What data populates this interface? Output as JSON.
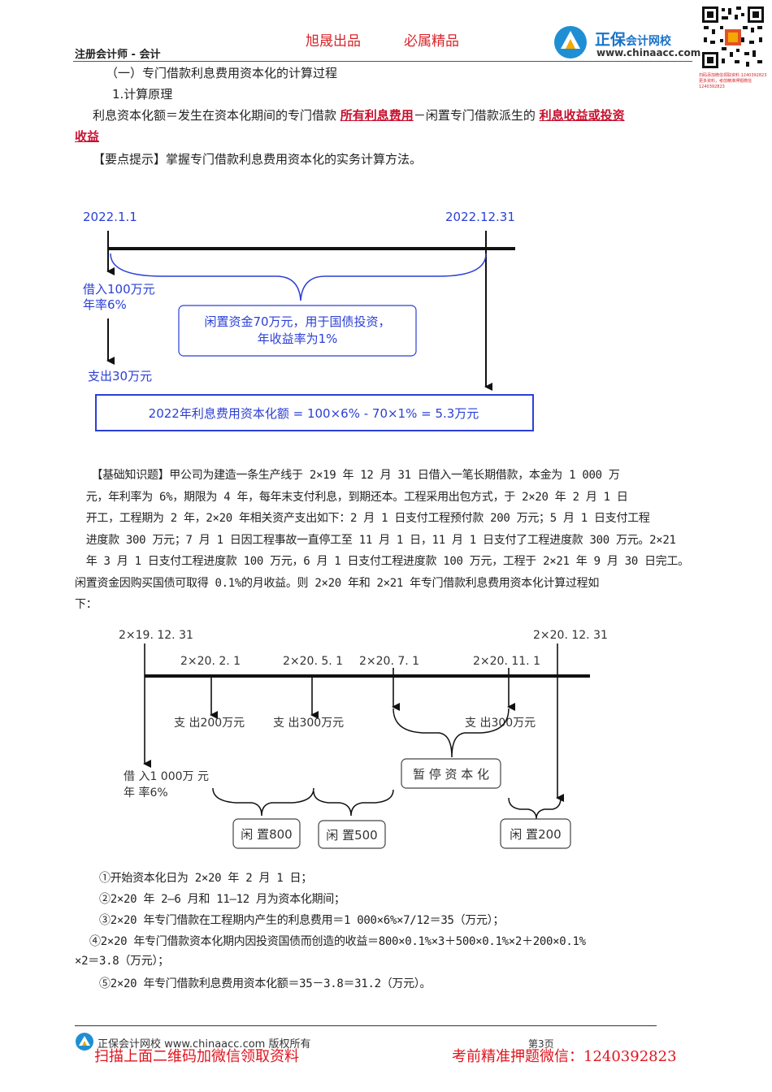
{
  "header": {
    "course": "注册会计师 - 会计",
    "slogan_left": "旭晟出品",
    "slogan_right": "必属精品",
    "logo_brand": "正保",
    "logo_name": "会计网校",
    "logo_url": "www.chinaacc.com",
    "qr_note": "扫码添加微信领取资料 1240392823 更多资料，考前精准押题微信 1240392823"
  },
  "section": {
    "heading": "（一）专门借款利息费用资本化的计算过程",
    "sub": "1.计算原理",
    "formula_a": "利息资本化额＝发生在资本化期间的专门借款",
    "formula_u1": "所有利息费用",
    "formula_b": "－闲置专门借款派生的",
    "formula_u2a": "利息收益或投资",
    "formula_u2b": "收益",
    "tip": "【要点提示】掌握专门借款利息费用资本化的实务计算方法。"
  },
  "diagram1": {
    "start_date": "2022.1.1",
    "end_date": "2022.12.31",
    "borrow_line1": "借入100万元",
    "borrow_line2": "年率6%",
    "spend": "支出30万元",
    "idle_line1": "闲置资金70万元，用于国债投资，",
    "idle_line2": "年收益率为1%",
    "result": "2022年利息费用资本化额 = 100×6% - 70×1% = 5.3万元"
  },
  "case": {
    "lines": [
      "　　【基础知识题】甲公司为建造一条生产线于 2×19 年 12 月 31 日借入一笔长期借款，本金为 1 000 万",
      "　元，年利率为 6%，期限为 4 年，每年末支付利息，到期还本。工程采用出包方式，于 2×20 年 2 月 1 日",
      "　开工，工程期为 2 年，2×20 年相关资产支出如下：2 月 1 日支付工程预付款 200 万元；5 月 1 日支付工程",
      "　进度款 300 万元；7 月 1 日因工程事故一直停工至 11 月 1 日，11 月 1 日支付了工程进度款 300 万元。2×21",
      "　年 3 月 1 日支付工程进度款 100 万元，6 月 1 日支付工程进度款 100 万元，工程于 2×21 年 9 月 30 日完工。",
      "闲置资金因购买国债可取得 0.1%的月收益。则 2×20 年和 2×21 年专门借款利息费用资本化计算过程如",
      "下："
    ]
  },
  "diagram2": {
    "start": "2×19. 12. 31",
    "end": "2×20. 12. 31",
    "d1": "2×20. 2. 1",
    "d2": "2×20. 5. 1",
    "d3": "2×20. 7. 1",
    "d4": "2×20. 11. 1",
    "spend1": "支 出200万元",
    "spend2": "支 出300万元",
    "spend3": "支 出300万元",
    "borrow1": "借 入1 000万 元",
    "borrow2": "年 率6%",
    "pause": "暂 停 资 本 化",
    "idle1": "闲 置800",
    "idle2": "闲 置500",
    "idle3": "闲 置200"
  },
  "calc": {
    "s1": "①开始资本化日为 2×20 年 2 月 1 日；",
    "s2": "②2×20 年 2—6 月和 11—12 月为资本化期间；",
    "s3": "③2×20 年专门借款在工程期内产生的利息费用＝1 000×6%×7/12＝35（万元）；",
    "s4a": "④2×20 年专门借款资本化期内因投资国债而创造的收益＝800×0.1%×3＋500×0.1%×2＋200×0.1%",
    "s4b": "×2＝3.8（万元）；",
    "s5": "⑤2×20 年专门借款利息费用资本化额＝35－3.8＝31.2（万元）。"
  },
  "footer": {
    "copyright": "正保会计网校 www.chinaacc.com 版权所有",
    "page": "第3页",
    "promo_left": "扫描上面二维码加微信领取资料",
    "promo_right": "考前精准押题微信：1240392823"
  },
  "colors": {
    "brand_red": "#d9242a",
    "diagram_blue": "#2b3fd6",
    "logo_blue": "#1a73c8"
  }
}
